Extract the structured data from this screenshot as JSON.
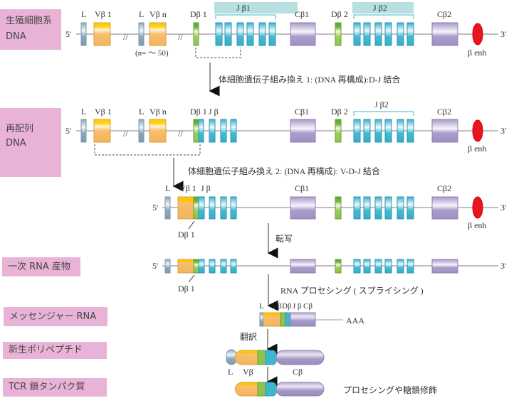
{
  "stages": [
    {
      "id": "germline",
      "label_line1": "生殖細胞系",
      "label_line2": "DNA"
    },
    {
      "id": "rearranged",
      "label_line1": "再配列",
      "label_line2": "DNA"
    },
    {
      "id": "primary-rna",
      "label": "一次 RNA 産物"
    },
    {
      "id": "mrna",
      "label": "メッセンジャー RNA"
    },
    {
      "id": "polypeptide",
      "label": "新生ポリペプチド"
    },
    {
      "id": "tcr-protein",
      "label": "TCR 鎖タンパク質"
    }
  ],
  "ends": {
    "five": "5'",
    "three": "3'"
  },
  "segments": {
    "L": "L",
    "V1": "Vβ 1",
    "Vn": "Vβ n",
    "n_note": "(n= ～ 50)",
    "D1": "Dβ 1",
    "D2": "Dβ 2",
    "J1": "J β1",
    "J2": "J β2",
    "Jb": "J β",
    "C1": "Cβ1",
    "C2": "Cβ2",
    "enh": "β enh",
    "V": "Vβ",
    "D": "Dβ",
    "C": "Cβ"
  },
  "steps": {
    "recomb1": "体細胞遺伝子組み換え 1: (DNA 再構成):D-J 結合",
    "recomb2": "体細胞遺伝子組み換え 2: (DNA 再構成): V-D-J 結合",
    "transcription": "転写",
    "splicing": "RNA プロセシング ( スプライシング )",
    "translation": "翻訳",
    "processing": "プロセシングや糖鎖修飾"
  },
  "polyA": "AAA",
  "colors": {
    "stage_bg": "#e9b3d7",
    "leader": "#8aa4b8",
    "v_segment": "#f6b965",
    "d_segment": "#8cc34a",
    "j_segment": "#3fb6cf",
    "c_segment": "#a898c8",
    "enhancer": "#e8141e",
    "j_bracket_bg": "#b8e0e0"
  }
}
